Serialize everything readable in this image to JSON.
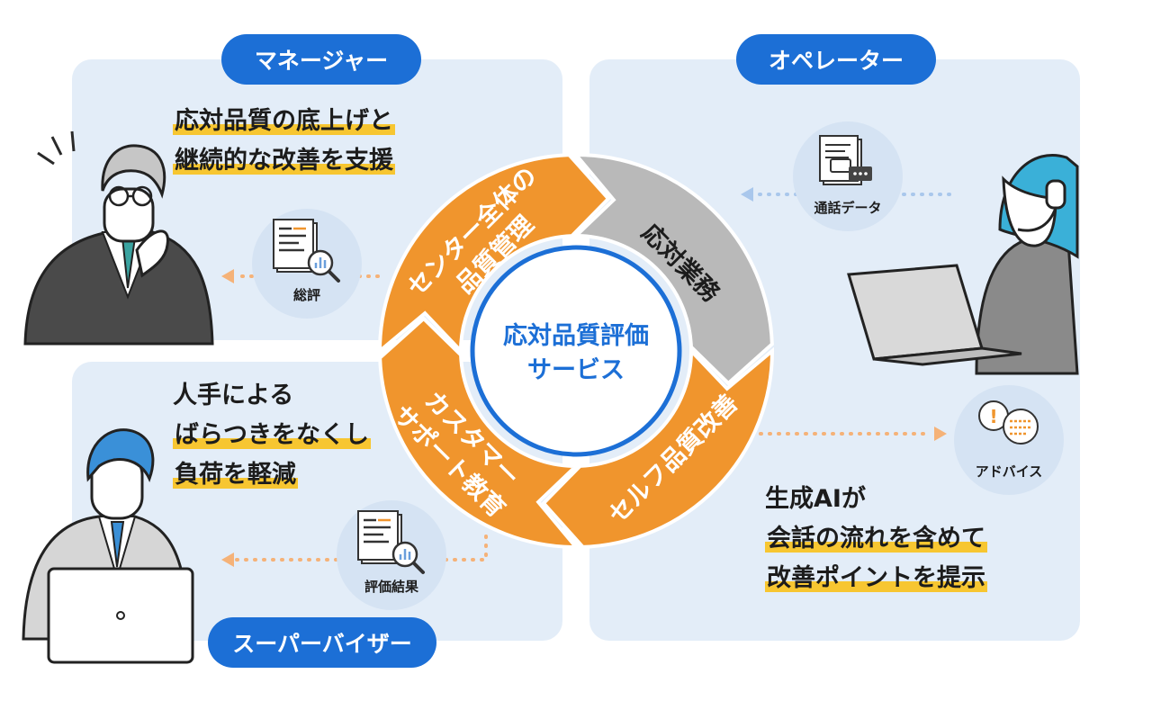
{
  "roles": {
    "manager": "マネージャー",
    "operator": "オペレーター",
    "supervisor": "スーパーバイザー"
  },
  "manager_text": [
    "応対品質の底上げと",
    "継続的な改善を支援"
  ],
  "supervisor_text": [
    "人手による",
    "ばらつきをなくし",
    "負荷を軽減"
  ],
  "operator_text": [
    "生成AIが",
    "会話の流れを含めて",
    "改善ポイントを提示"
  ],
  "badges": {
    "review": "総評",
    "call_data": "通話データ",
    "advice": "アドバイス",
    "eval_result": "評価結果"
  },
  "cycle": {
    "center_line1": "応対品質評価",
    "center_line2": "サービス",
    "seg_center_mgmt": [
      "センター全体の",
      "品質管理"
    ],
    "seg_response": "応対業務",
    "seg_self_improve": "セルフ品質改善",
    "seg_cs_edu": [
      "カスタマー",
      "サポート教育"
    ]
  },
  "colors": {
    "accent_blue": "#1c6fd6",
    "orange": "#f0952d",
    "gray": "#b9b9b9",
    "panel": "#e3edf8",
    "highlight": "#f7c631"
  }
}
